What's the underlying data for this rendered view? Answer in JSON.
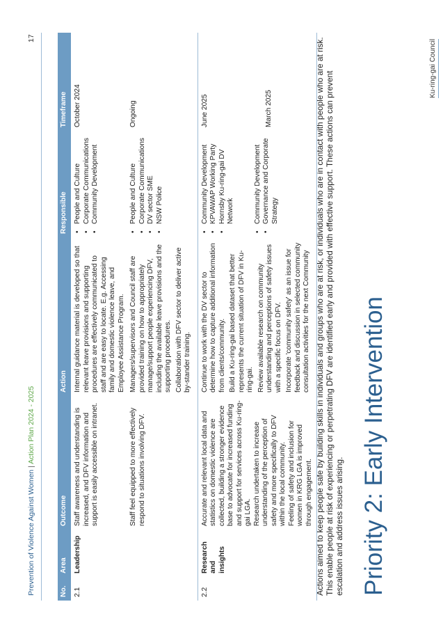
{
  "header": {
    "council": "Ku-ring-gai Council"
  },
  "title": "Priority 2: Early Intervention",
  "intro": "Actions aimed to keep people safe by building skills in individuals and groups who are at risk, or individuals who are in contact with people who are at risk. This enable people at risk of experiencing or perpetrating DFV are identified early and provided with effective support. These actions can prevent escalation and address issues arising.",
  "table": {
    "headers": {
      "no": "No.",
      "area": "Area",
      "outcome": "Outcome",
      "action": "Action",
      "responsible": "Responsible",
      "timeframe": "Timeframe"
    },
    "rows": [
      {
        "no": "2.1",
        "area": "Leadership",
        "outcomes": [
          "Staff awareness and understanding is increased, and DFV information and support is easily accessible on intranet.",
          "Staff feel equipped to more effectively respond to situations involving DFV."
        ],
        "action_groups": [
          [
            "Internal guidance material is developed so that relevant leave provisions and supporting procedures are effectively communicated to staff and are easy to locate. E.g. Accessing family and domestic violence leave, and Employee Assistance Program."
          ],
          [
            "Managers/supervisors and Council staff are provided training on how to appropriately manage/support people experiencing DFV, including the available leave provisions and the supporting procedures.",
            "Collaboration with DFV sector to deliver active by-stander training."
          ]
        ],
        "responsible_groups": [
          [
            "People and Culture",
            "Corporate Communications",
            "Community Development"
          ],
          [
            "People and Culture",
            "Corporate Communications",
            "DV sector SME",
            "NSW Police"
          ]
        ],
        "timeframes": [
          "October 2024",
          "Ongoing"
        ]
      },
      {
        "no": "2.2",
        "area": "Research and insights",
        "outcomes": [
          "Accurate and relevant local data and statistics on domestic violence are collected, building a stronger evidence base to advocate for increased funding and support for services across Ku-ring-gai LGA.",
          "Research undertaken to increase understanding of the perception of safety and more specifically to DFV within the local community.",
          "Feeling of safety and inclusion for women in KRG LGA is improved through engagement."
        ],
        "action_groups": [
          [
            "Continue to work with the DV sector to determine how to capture additional information from clients/community.",
            "Build a Ku-ring-gai based dataset that better represents the current situation of DFV in Ku-ring-gai.",
            "Review available research on community understanding and perceptions of safety issues with a specific focus on DFV.",
            "Incorporate 'community safety' as an issue for feedback and discussion in selected community consultation activities for the next Community"
          ]
        ],
        "responsible_groups": [
          [
            "Community Development",
            "KPVAWAP Working Party",
            "Hornsby Ku-ring-gai DV Network"
          ],
          [
            "Community Development",
            "Governance and Corporate Strategy"
          ]
        ],
        "timeframes": [
          "June 2025",
          "March 2025"
        ]
      }
    ]
  },
  "footer": {
    "left": "Prevention of Violence Against Women",
    "separator": "|",
    "right": "Action Plan 2024 - 2025",
    "page": "17"
  }
}
